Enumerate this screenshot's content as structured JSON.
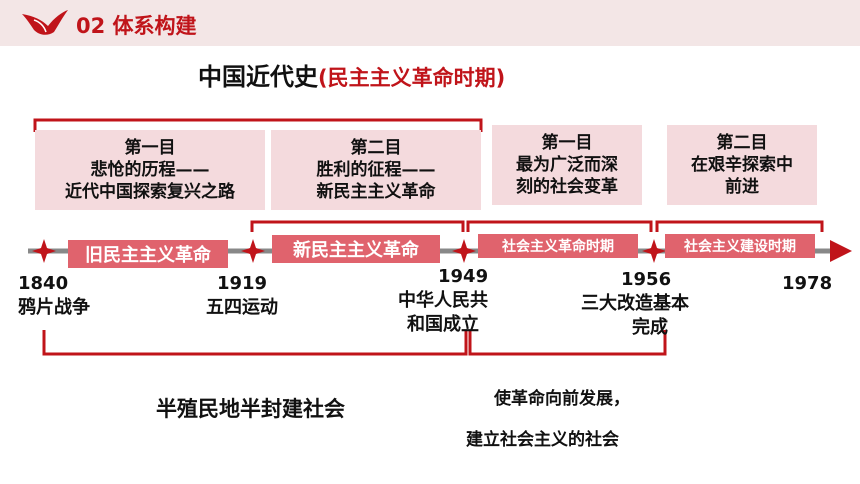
{
  "header": {
    "section": "02  体系构建"
  },
  "title": {
    "main": "中国近代史",
    "sub": "(民主主义革命时期)"
  },
  "boxes": [
    {
      "line1": "第一目",
      "line2": "悲怆的历程——",
      "line3": "近代中国探索复兴之路"
    },
    {
      "line1": "第二目",
      "line2": "胜利的征程——",
      "line3": "新民主主义革命"
    },
    {
      "line1": "第一目",
      "line2": "最为广泛而深",
      "line3": "刻的社会变革"
    },
    {
      "line1": "第二目",
      "line2": "在艰辛探索中",
      "line3": "前进"
    }
  ],
  "periods": [
    "旧民主主义革命",
    "新民主主义革命",
    "社会主义革命时期",
    "社会主义建设时期"
  ],
  "timeline": [
    {
      "year": "1840",
      "event": "鸦片战争",
      "event2": ""
    },
    {
      "year": "1919",
      "event": "五四运动",
      "event2": ""
    },
    {
      "year": "1949",
      "event": "中华人民共",
      "event2": "和国成立"
    },
    {
      "year": "1956",
      "event": "三大改造基本",
      "event2": "完成"
    },
    {
      "year": "1978",
      "event": "",
      "event2": ""
    }
  ],
  "notes": {
    "left": "半殖民地半封建社会",
    "right1": "使革命向前发展，",
    "right2": "建立社会主义的社会"
  },
  "colors": {
    "accent": "#c0141a",
    "band": "#e0636d",
    "box": "#f4dadd",
    "header": "#f3e6e6"
  }
}
